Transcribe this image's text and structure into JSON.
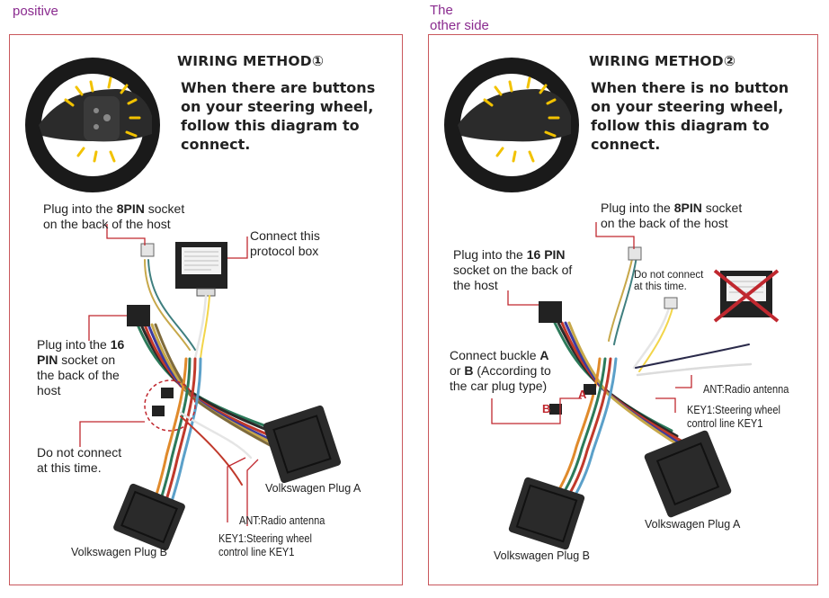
{
  "header": {
    "left_label": "positive",
    "right_label_line1": "The",
    "right_label_line2": "other side"
  },
  "left_panel": {
    "title": "WIRING METHOD①",
    "desc": [
      "When there are buttons",
      "on your steering wheel,",
      "follow this diagram to",
      "connect."
    ],
    "plug8": {
      "pre": "Plug into the ",
      "bold": "8PIN",
      "post": " socket",
      "line2": "on the back of the host"
    },
    "protocol": [
      "Connect this",
      "protocol box"
    ],
    "plug16": {
      "pre": "Plug into the ",
      "bold1": "16",
      "bold2": "PIN",
      "post": " socket  on",
      "line3": "the back of the",
      "line4": "host"
    },
    "donot": [
      "Do not connect",
      "at this time."
    ],
    "plug_a": "Volkswagen Plug A",
    "plug_b": "Volkswagen Plug B",
    "ant": "ANT:Radio antenna",
    "key1": [
      "KEY1:Steering wheel",
      "control line KEY1"
    ]
  },
  "right_panel": {
    "title": "WIRING METHOD②",
    "desc": [
      "When there is no button",
      "on your steering wheel,",
      "follow this diagram to",
      "connect."
    ],
    "plug8": {
      "pre": "Plug into the ",
      "bold": "8PIN",
      "post": " socket",
      "line2": "on the back of the host"
    },
    "plug16": {
      "pre": "Plug into the ",
      "bold": "16 PIN",
      "line2": "socket on the back of",
      "line3": "the host"
    },
    "donot": [
      "Do not connect",
      "at this time."
    ],
    "buckle": {
      "pre": "Connect buckle ",
      "a": "A",
      "or": "or ",
      "b": "B",
      "post": " (According to",
      "line3": "the car plug type)"
    },
    "marker_a": "A",
    "marker_b": "B",
    "ant": "ANT:Radio antenna",
    "key1": [
      "KEY1:Steering wheel",
      "control line KEY1"
    ],
    "plug_a": "Volkswagen Plug A",
    "plug_b": "Volkswagen Plug B"
  },
  "colors": {
    "frame": "#c9575c",
    "leader": "#c0282f",
    "accent_purple": "#8a2b8f",
    "glow": "#f2c200"
  },
  "icons": [
    "steering-wheel-icon",
    "protocol-box-icon",
    "crossed-out-box-icon"
  ]
}
